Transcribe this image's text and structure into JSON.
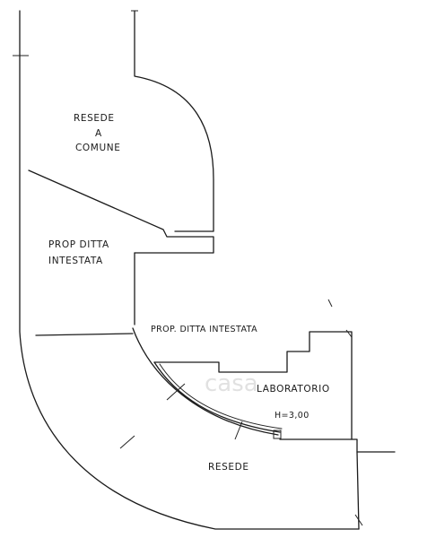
{
  "rooms": {
    "resede_common_line1": "RESEDE",
    "resede_common_line2": "A",
    "resede_common_line3": "COMUNE",
    "prop_left_line1": "PROP DITTA",
    "prop_left_line2": "INTESTATA",
    "prop_center": "PROP. DITTA INTESTATA",
    "laboratorio": "LABORATORIO",
    "height": "H=3,00",
    "resede_bottom": "RESEDE"
  },
  "watermark": "casa"
}
